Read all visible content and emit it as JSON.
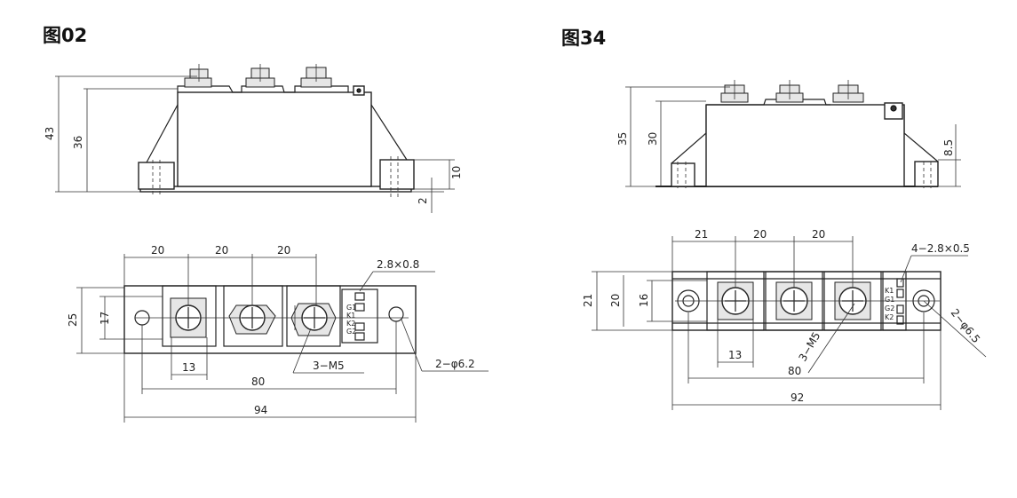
{
  "figures": [
    {
      "title": "图02",
      "side_view": {
        "dims": {
          "height_total": "43",
          "height_body": "36",
          "height_foot": "10",
          "base_thickness": "2"
        }
      },
      "top_view": {
        "dims": {
          "pitch_1": "20",
          "pitch_2": "20",
          "pitch_3": "20",
          "tab": "2.8×0.8",
          "width_total": "25",
          "width_inner": "17",
          "terminal_width": "13",
          "hole_spacing": "80",
          "length_total": "94",
          "holes": "2−φ6.2",
          "screws": "3−M5",
          "tab_marks": [
            "G1",
            "K1",
            "K2",
            "G2"
          ]
        }
      }
    },
    {
      "title": "图34",
      "side_view": {
        "dims": {
          "height_total": "35",
          "height_body": "30",
          "height_foot": "8.5"
        }
      },
      "top_view": {
        "dims": {
          "pitch_1": "21",
          "pitch_2": "20",
          "pitch_3": "20",
          "tabs": "4−2.8×0.5",
          "width_total": "21",
          "width_body": "20",
          "width_inner": "16",
          "terminal_width": "13",
          "hole_spacing": "80",
          "length_total": "92",
          "holes": "2−φ6.5",
          "screws": "3−M5",
          "tab_marks": [
            "K1",
            "G1",
            "G2",
            "K2"
          ]
        }
      }
    }
  ]
}
